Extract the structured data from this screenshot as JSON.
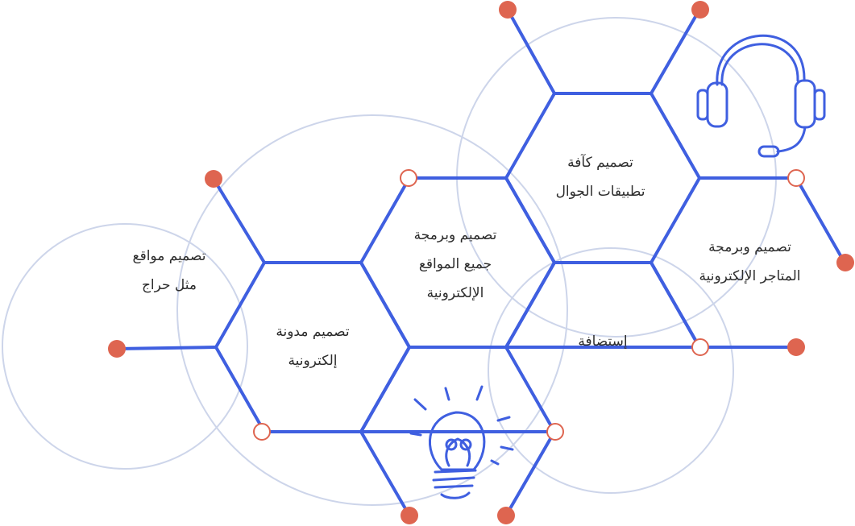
{
  "colors": {
    "hex_line": "#3f5fe0",
    "circle_line": "#cdd5ea",
    "node_fill": "#de6550",
    "node_ring": "#de6550",
    "text": "#2c2c2c"
  },
  "labels": {
    "sites_like_haraj": [
      "تصميم مواقع",
      "مثل حراج"
    ],
    "blog_design": [
      "تصميم مدونة",
      "إلكترونية"
    ],
    "all_websites": [
      "تصميم وبرمجة",
      "جميع المواقع",
      "الإلكترونية"
    ],
    "mobile_apps": [
      "تصميم كآفة",
      "تطبيقات الجوال"
    ],
    "ecommerce_stores": [
      "تصميم وبرمجة",
      "المتاجر الإلكترونية"
    ],
    "hosting": [
      "إستضافة"
    ]
  },
  "icons": {
    "headset": "headset-icon",
    "lightbulb": "lightbulb-icon"
  }
}
